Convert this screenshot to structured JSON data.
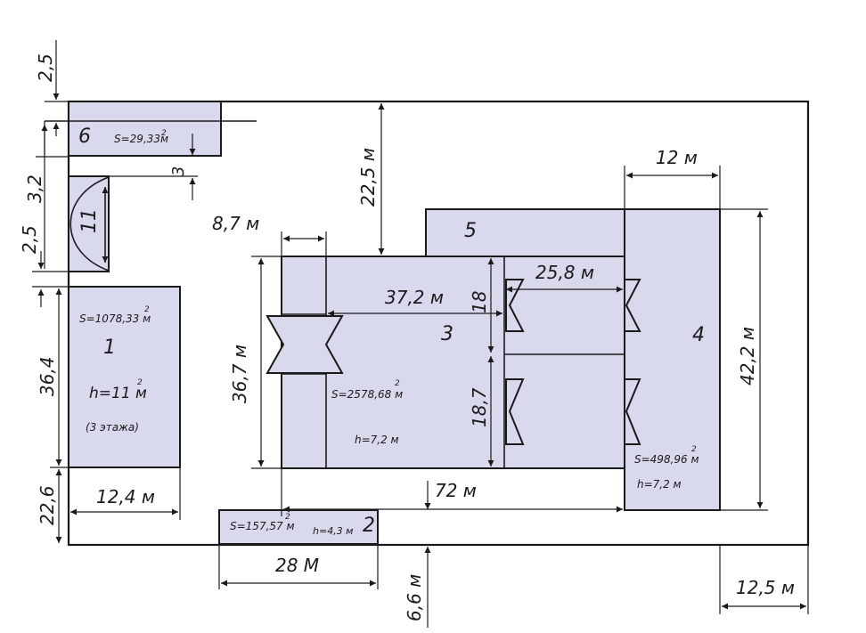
{
  "buildings": {
    "b1": {
      "number": "1",
      "area": "S=1078,33 м",
      "area_sup": "2",
      "height": "h=11 м",
      "height_sup": "2",
      "floors": "(3 этажа)"
    },
    "b2": {
      "number": "2",
      "area": "S=157,57 м",
      "area_sup": "2",
      "height": "h=4,3 м"
    },
    "b3": {
      "number": "3",
      "area": "S=2578,68 м",
      "area_sup": "2",
      "height": "h=7,2 м"
    },
    "b4": {
      "number": "4",
      "area": "S=498,96 м",
      "area_sup": "2",
      "height": "h=7,2 м"
    },
    "b5": {
      "number": "5"
    },
    "b6": {
      "number": "6",
      "area": "S=29,33м",
      "area_sup": "2"
    },
    "b11": {
      "number": "11"
    }
  },
  "dimensions": {
    "d_2_5_top": "2,5",
    "d_3_2": "3,2",
    "d_2_5_mid": "2,5",
    "d_36_4": "36,4",
    "d_22_6": "22,6",
    "d_12_4": "12,4 м",
    "d_28": "28 М",
    "d_6_6": "6,6 м",
    "d_72": "72 м",
    "d_12_5": "12,5 м",
    "d_42_2": "42,2 м",
    "d_12": "12 м",
    "d_22_5": "22,5 м",
    "d_8_7": "8,7 м",
    "d_36_7": "36,7 м",
    "d_37_2": "37,2 м",
    "d_18": "18",
    "d_18_7": "18,7",
    "d_25_8": "25,8 м",
    "d_3": "3"
  }
}
